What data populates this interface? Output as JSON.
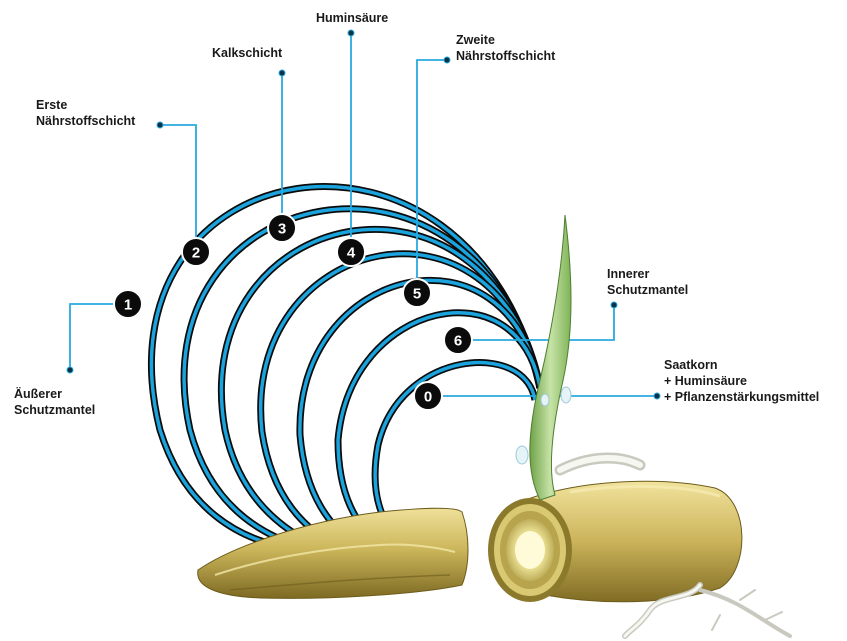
{
  "diagram": {
    "layers": [
      {
        "number": "1",
        "label": [
          "Äußerer",
          "Schutzmantel"
        ]
      },
      {
        "number": "2",
        "label": [
          "Erste",
          "Nährstoffschicht"
        ]
      },
      {
        "number": "3",
        "label": [
          "Kalkschicht"
        ]
      },
      {
        "number": "4",
        "label": [
          "Huminsäure"
        ]
      },
      {
        "number": "5",
        "label": [
          "Zweite",
          "Nährstoffschicht"
        ]
      },
      {
        "number": "6",
        "label": [
          "Innerer",
          "Schutzmantel"
        ]
      },
      {
        "number": "0",
        "label": [
          "Saatkorn",
          "+ Huminsäure",
          "+ Pflanzenstärkungsmittel"
        ]
      }
    ],
    "colors": {
      "ring_blue": "#1aa3dc",
      "ring_dark": "#0b0b0b",
      "leader_line": "#29a9e0",
      "pellet_body": "#c9b45a",
      "pellet_shadow": "#8c7a2c",
      "sprout": "#8fbf6a",
      "root": "#e2e2dc"
    }
  }
}
